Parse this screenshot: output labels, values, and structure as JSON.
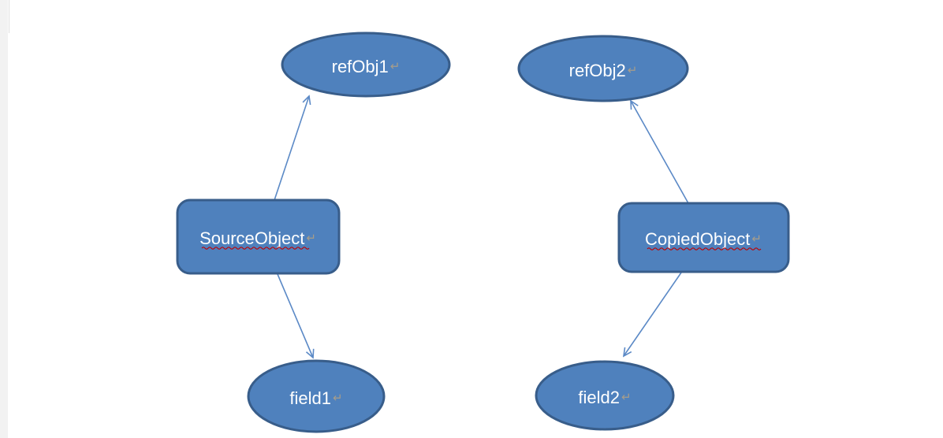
{
  "colors": {
    "shape_fill": "#4f81bd",
    "shape_stroke": "#385d8a",
    "connector": "#5b89c6",
    "squiggle": "#c00000",
    "label_text": "#ffffff",
    "anchor": "#a79d8a",
    "left_strip": "#f2f2f2",
    "page_line": "#dfdfdf",
    "background": "#ffffff"
  },
  "diagram": {
    "anchor_mark": "↵",
    "nodes": [
      {
        "label": "refObj1",
        "shape": "ellipse",
        "spellcheck_underline": false
      },
      {
        "label": "refObj2",
        "shape": "ellipse",
        "spellcheck_underline": false
      },
      {
        "label": "SourceObject",
        "shape": "rounded-rectangle",
        "spellcheck_underline": true
      },
      {
        "label": "CopiedObject",
        "shape": "rounded-rectangle",
        "spellcheck_underline": true
      },
      {
        "label": "field1",
        "shape": "ellipse",
        "spellcheck_underline": false
      },
      {
        "label": "field2",
        "shape": "ellipse",
        "spellcheck_underline": false
      }
    ],
    "connectors": [
      {
        "from": "SourceObject",
        "to": "refObj1"
      },
      {
        "from": "SourceObject",
        "to": "field1"
      },
      {
        "from": "CopiedObject",
        "to": "refObj2"
      },
      {
        "from": "CopiedObject",
        "to": "field2"
      }
    ]
  }
}
